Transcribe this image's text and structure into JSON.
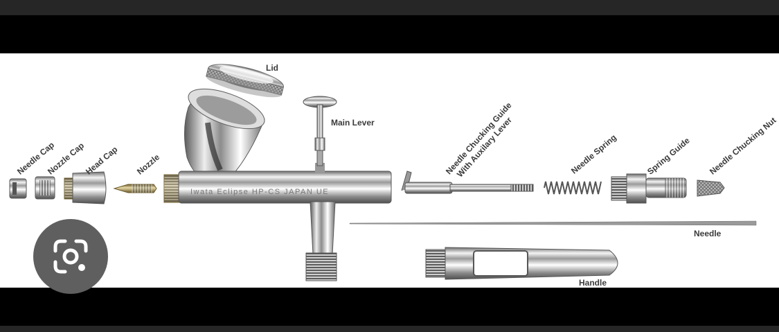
{
  "diagram": {
    "labels": {
      "lid": "Lid",
      "main_lever": "Main Lever",
      "needle_cap": "Needle Cap",
      "nozzle_cap": "Nozzle Cap",
      "head_cap": "Head Cap",
      "nozzle": "Nozzle",
      "needle_chucking_guide_line1": "Needle Chucking Guide",
      "needle_chucking_guide_line2": "With Auxilary Lever",
      "needle_spring": "Needle Spring",
      "spring_guide": "Spring Guide",
      "needle_chucking_nut": "Needle Chucking Nut",
      "needle": "Needle",
      "handle": "Handle"
    },
    "body_engraving": "Iwata  Eclipse  HP-CS  JAPAN UE"
  },
  "overlay": {
    "lens_button_icon": "google-lens-icon"
  },
  "colors": {
    "letterbox": "#000000",
    "status_bar": "#262626",
    "background": "#ffffff",
    "label_text": "#3a3a3a",
    "lens_button": "#5f5f5f"
  }
}
